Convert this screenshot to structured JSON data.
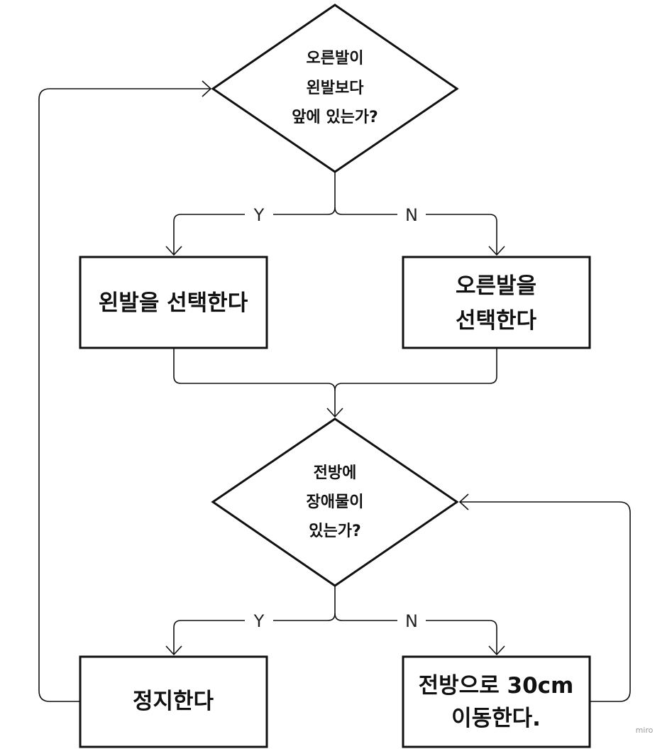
{
  "nodes": {
    "decision_feet": {
      "lines": [
        "오른발이",
        "왼발보다",
        "앞에 있는가?"
      ]
    },
    "select_left": {
      "lines": [
        "왼발을 선택한다"
      ]
    },
    "select_right": {
      "lines": [
        "오른발을",
        "선택한다"
      ]
    },
    "decision_obstacle": {
      "lines": [
        "전방에",
        "장애물이",
        "있는가?"
      ]
    },
    "stop": {
      "lines": [
        "정지한다"
      ]
    },
    "move_forward": {
      "lines": [
        "전방으로 30cm",
        "이동한다."
      ]
    }
  },
  "edge_labels": {
    "feet_yes": "Y",
    "feet_no": "N",
    "obstacle_yes": "Y",
    "obstacle_no": "N"
  },
  "watermark": "miro"
}
